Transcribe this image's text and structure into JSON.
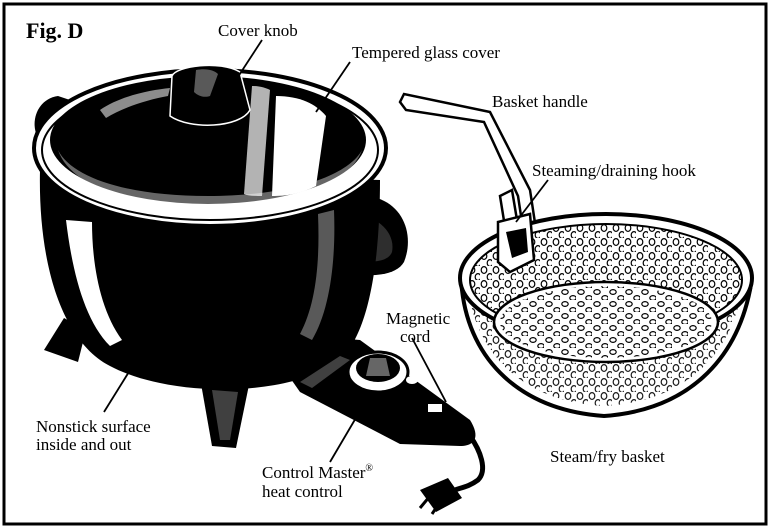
{
  "figure": {
    "title": "Fig. D",
    "labels": {
      "cover_knob": "Cover knob",
      "glass_cover": "Tempered glass cover",
      "basket_handle": "Basket handle",
      "hook": "Steaming/draining hook",
      "magnetic_line1": "Magnetic",
      "magnetic_line2": "cord",
      "nonstick_line1": "Nonstick surface",
      "nonstick_line2": "inside and out",
      "control_line1": "Control Master",
      "control_sup": "®",
      "control_line2": "heat control",
      "basket": "Steam/fry basket"
    }
  }
}
